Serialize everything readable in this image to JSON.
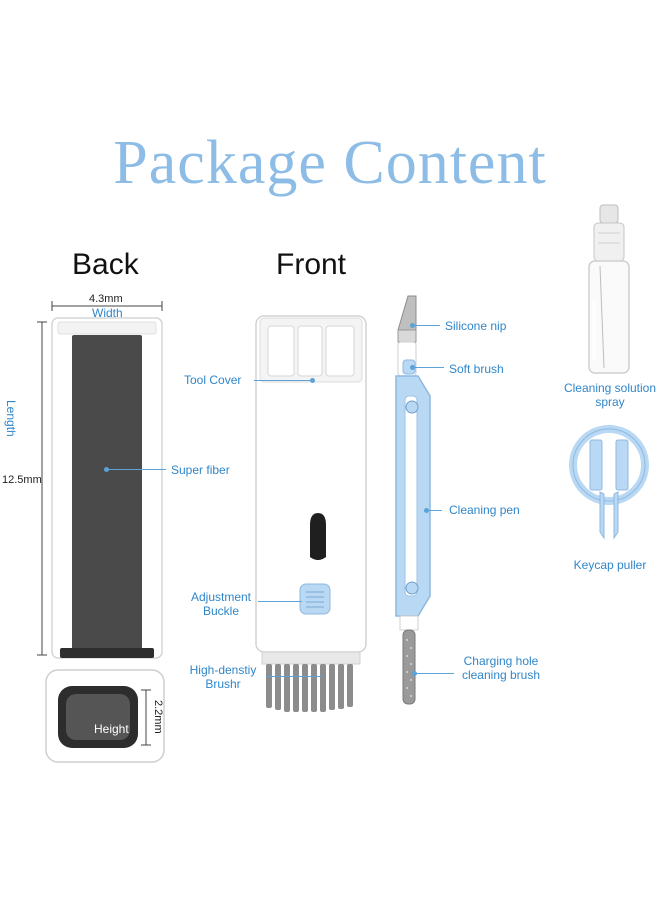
{
  "title": "Package Content",
  "sections": {
    "back": "Back",
    "front": "Front"
  },
  "dimensions": {
    "width_value": "4.3mm",
    "width_label": "Width",
    "length_label": "Length",
    "length_value": "12.5mm",
    "height_value": "2.2mm",
    "height_label": "Height"
  },
  "labels": {
    "super_fiber": "Super fiber",
    "tool_cover": "Tool Cover",
    "adjustment_buckle_1": "Adjustment",
    "adjustment_buckle_2": "Buckle",
    "brush_1": "High-denstiy",
    "brush_2": "Brushr",
    "silicone_nip": "Silicone nip",
    "soft_brush": "Soft brush",
    "cleaning_pen": "Cleaning pen",
    "charging_1": "Charging hole",
    "charging_2": "cleaning brush",
    "spray_1": "Cleaning solution",
    "spray_2": "spray",
    "keycap_puller": "Keycap puller"
  },
  "colors": {
    "accent": "#8dbde6",
    "label": "#2f86c9",
    "device_blue": "#b9d8f3",
    "fiber": "#4a4a4a"
  }
}
